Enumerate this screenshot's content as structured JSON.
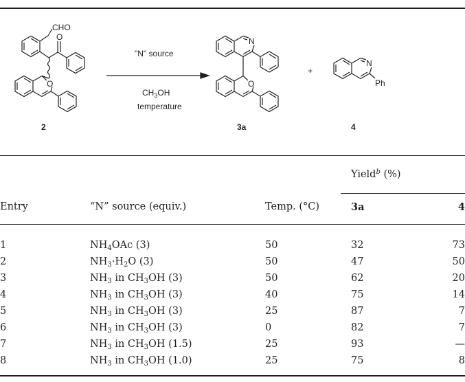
{
  "scheme": {
    "reagent": "\"N\" source",
    "solvent": "CH3OH",
    "condition": "temperature",
    "plus": "+",
    "compounds": {
      "start": "2",
      "product_main": "3a",
      "product_side": "4"
    },
    "atoms": {
      "cho": "CHO",
      "o": "O",
      "n": "N",
      "ph": "Ph"
    }
  },
  "table": {
    "group_header": "Yield",
    "group_header_note": "b",
    "group_header_unit": "(%)",
    "columns": {
      "entry": "Entry",
      "source": "“N” source (equiv.)",
      "temp": "Temp. (°C)",
      "y3a": "3a",
      "y4": "4"
    },
    "rows": [
      {
        "entry": "1",
        "src_a": "NH",
        "src_sub1": "4",
        "src_b": "OAc (3)",
        "src_sub2": "",
        "src_c": "",
        "temp": "50",
        "y3a": "32",
        "y4": "73"
      },
      {
        "entry": "2",
        "src_a": "NH",
        "src_sub1": "3",
        "src_b": "·H",
        "src_sub2": "2",
        "src_c": "O (3)",
        "temp": "50",
        "y3a": "47",
        "y4": "50"
      },
      {
        "entry": "3",
        "src_a": "NH",
        "src_sub1": "3",
        "src_b": " in CH",
        "src_sub2": "3",
        "src_c": "OH (3)",
        "temp": "50",
        "y3a": "62",
        "y4": "20"
      },
      {
        "entry": "4",
        "src_a": "NH",
        "src_sub1": "3",
        "src_b": " in CH",
        "src_sub2": "3",
        "src_c": "OH (3)",
        "temp": "40",
        "y3a": "75",
        "y4": "14"
      },
      {
        "entry": "5",
        "src_a": "NH",
        "src_sub1": "3",
        "src_b": " in CH",
        "src_sub2": "3",
        "src_c": "OH (3)",
        "temp": "25",
        "y3a": "87",
        "y4": "7"
      },
      {
        "entry": "6",
        "src_a": "NH",
        "src_sub1": "3",
        "src_b": " in CH",
        "src_sub2": "3",
        "src_c": "OH (3)",
        "temp": "0",
        "y3a": "82",
        "y4": "7"
      },
      {
        "entry": "7",
        "src_a": "NH",
        "src_sub1": "3",
        "src_b": " in CH",
        "src_sub2": "3",
        "src_c": "OH (1.5)",
        "temp": "25",
        "y3a": "93",
        "y4": "—"
      },
      {
        "entry": "8",
        "src_a": "NH",
        "src_sub1": "3",
        "src_b": " in CH",
        "src_sub2": "3",
        "src_c": "OH (1.0)",
        "temp": "25",
        "y3a": "75",
        "y4": "8"
      }
    ]
  }
}
